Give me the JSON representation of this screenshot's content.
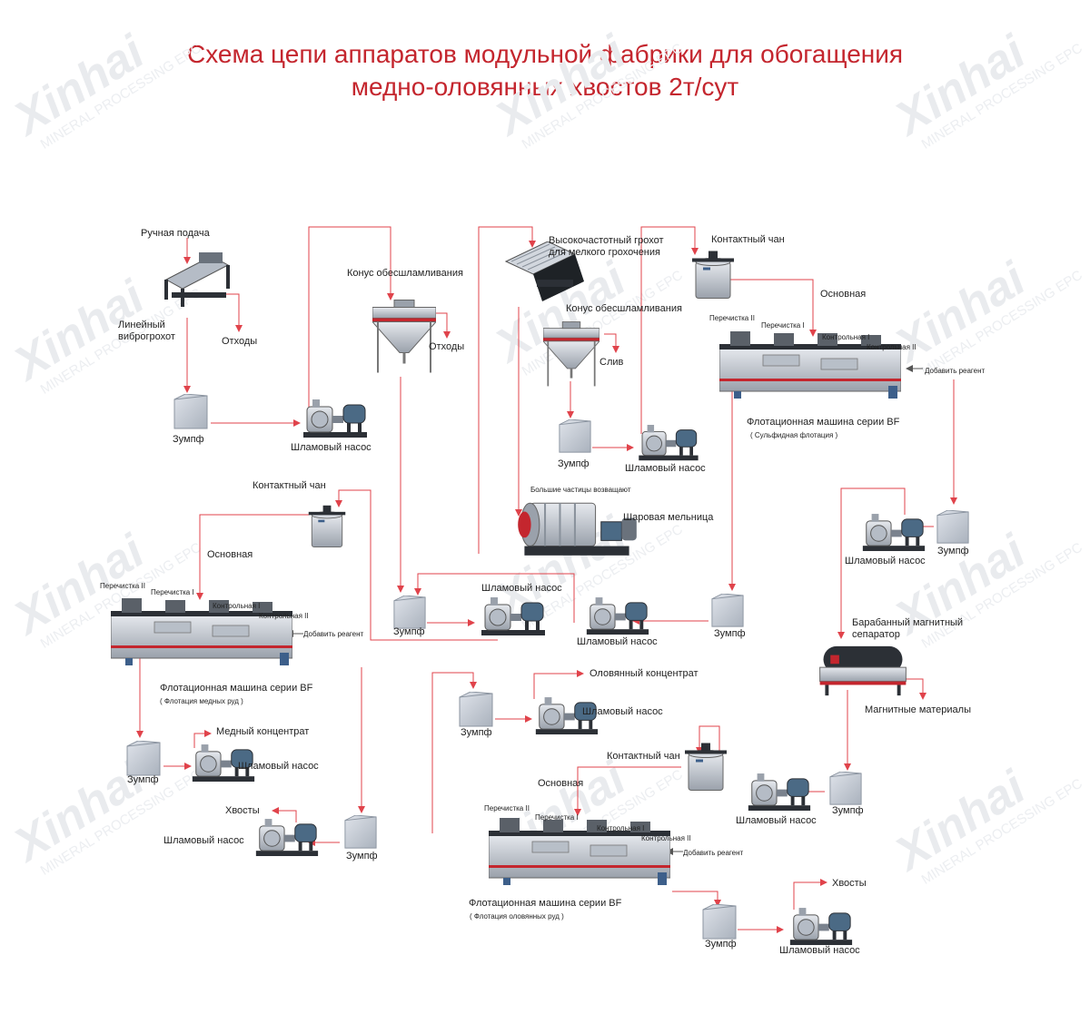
{
  "title": {
    "line1": "Схема цепи аппаратов модульной фабрики для обогащения",
    "line2": "медно-оловянных хвостов 2т/сут"
  },
  "watermark": {
    "brand": "Xinhai",
    "tagline": "MINERAL PROCESSING EPC"
  },
  "labels": {
    "manual_feed": "Ручная подача",
    "linear_screen": "Линейный виброгрохот",
    "waste_1": "Отходы",
    "desliming_cone_1": "Конус обесшламливания",
    "waste_2": "Отходы",
    "sump_1": "Зумпф",
    "slurry_pump_1": "Шламовый насос",
    "hf_screen": "Высокочастотный грохот для мелкого грохочения",
    "desliming_cone_2": "Конус обесшламливания",
    "overflow": "Слив",
    "sump_2": "Зумпф",
    "slurry_pump_2": "Шламовый насос",
    "coarse_return": "Большие частицы возващают",
    "ball_mill": "Шаровая мельница",
    "contact_tank_top": "Контактный чан",
    "rougher_top": "Основная",
    "bf_cleaner2_top": "Перечистка II",
    "bf_cleaner1_top": "Перечистка I",
    "bf_scav1_top": "Контрольная I",
    "bf_scav2_top": "Контрольная II",
    "add_reagent_top": "Добавить реагент",
    "bf_machine_top": "Флотационная машина серии BF",
    "bf_sub_top": "( Сульфидная флотация )",
    "sump_3": "Зумпф",
    "slurry_pump_3": "Шламовый насос",
    "drum_sep": "Барабанный магнитный сепаратор",
    "magnetic_mat": "Магнитные материалы",
    "sump_4": "Зумпф",
    "slurry_pump_4": "Шламовый насос",
    "contact_tank_left": "Контактный чан",
    "rougher_left": "Основная",
    "bf_cleaner2_left": "Перечистка II",
    "bf_cleaner1_left": "Перечистка I",
    "bf_scav1_left": "Контрольная I",
    "bf_scav2_left": "Контрольная II",
    "add_reagent_left": "Добавить реагент",
    "bf_machine_left": "Флотационная машина серии BF",
    "bf_sub_left": "( Флотация медных руд )",
    "sump_5": "Зумпф",
    "slurry_pump_5": "Шламовый насос",
    "slurry_pump_6": "Шламовый насос",
    "sump_6": "Зумпф",
    "copper_conc": "Медный концентрат",
    "sump_7": "Зумпф",
    "slurry_pump_7": "Шламовый насос",
    "tailings_1": "Хвосты",
    "slurry_pump_8": "Шламовый насос",
    "sump_8": "Зумпф",
    "tin_conc": "Оловянный концентрат",
    "sump_9": "Зумпф",
    "slurry_pump_9": "Шламовый насос",
    "contact_tank_bot": "Контактный чан",
    "rougher_bot": "Основная",
    "bf_cleaner2_bot": "Перечистка II",
    "bf_cleaner1_bot": "Перечистка I",
    "bf_scav1_bot": "Контрольная I",
    "bf_scav2_bot": "Контрольная II",
    "add_reagent_bot": "Добавить реагент",
    "bf_machine_bot": "Флотационная машина серии BF",
    "bf_sub_bot": "( Флотация оловянных руд )",
    "sump_10": "Зумпф",
    "slurry_pump_10": "Шламовый насос",
    "tailings_2": "Хвосты"
  },
  "colors": {
    "title": "#c4262e",
    "flow_line": "#e0434b",
    "text": "#222222",
    "equipment_gray": "#c9ced6",
    "equipment_dark": "#2c3036",
    "bf_stripe": "#c4262e"
  }
}
